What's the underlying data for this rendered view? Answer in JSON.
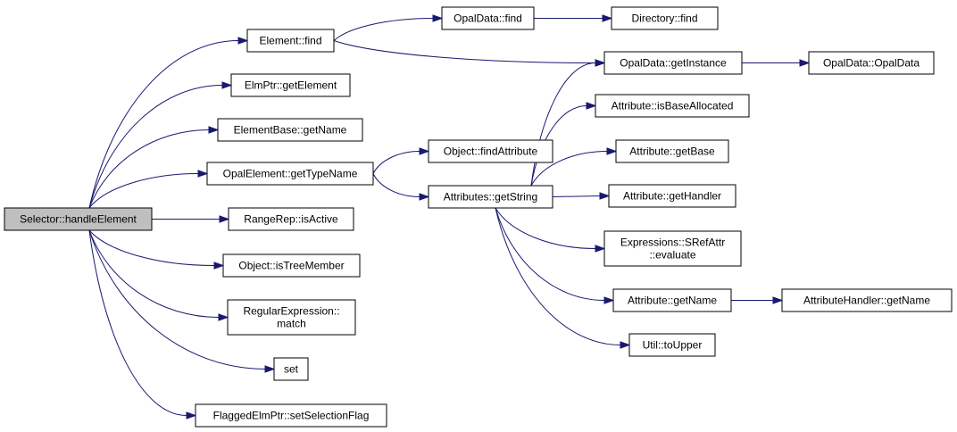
{
  "graph": {
    "edge_color": "#191970",
    "root_fill": "#bfbfbf",
    "nodes": {
      "handle_element": {
        "lines": [
          "Selector::handleElement"
        ],
        "root": true
      },
      "element_find": {
        "lines": [
          "Element::find"
        ]
      },
      "elmptr_getelement": {
        "lines": [
          "ElmPtr::getElement"
        ]
      },
      "elementbase_getname": {
        "lines": [
          "ElementBase::getName"
        ]
      },
      "opalelement_gettypename": {
        "lines": [
          "OpalElement::getTypeName"
        ]
      },
      "rangerep_isactive": {
        "lines": [
          "RangeRep::isActive"
        ]
      },
      "object_istreemember": {
        "lines": [
          "Object::isTreeMember"
        ]
      },
      "regularexpression_match": {
        "lines": [
          "RegularExpression::",
          "match"
        ]
      },
      "set": {
        "lines": [
          "set"
        ]
      },
      "flaggedelmptr_setselectionflag": {
        "lines": [
          "FlaggedElmPtr::setSelectionFlag"
        ]
      },
      "opaldata_find": {
        "lines": [
          "OpalData::find"
        ]
      },
      "directory_find": {
        "lines": [
          "Directory::find"
        ]
      },
      "opaldata_getinstance": {
        "lines": [
          "OpalData::getInstance"
        ]
      },
      "opaldata_opaldata": {
        "lines": [
          "OpalData::OpalData"
        ]
      },
      "object_findattribute": {
        "lines": [
          "Object::findAttribute"
        ]
      },
      "attributes_getstring": {
        "lines": [
          "Attributes::getString"
        ]
      },
      "attribute_isbaseallocated": {
        "lines": [
          "Attribute::isBaseAllocated"
        ]
      },
      "attribute_getbase": {
        "lines": [
          "Attribute::getBase"
        ]
      },
      "attribute_gethandler": {
        "lines": [
          "Attribute::getHandler"
        ]
      },
      "expressions_srefattr_evaluate": {
        "lines": [
          "Expressions::SRefAttr",
          "::evaluate"
        ]
      },
      "attribute_getname": {
        "lines": [
          "Attribute::getName"
        ]
      },
      "attributehandler_getname": {
        "lines": [
          "AttributeHandler::getName"
        ]
      },
      "util_toupper": {
        "lines": [
          "Util::toUpper"
        ]
      }
    },
    "edges": [
      [
        "handle_element",
        "element_find"
      ],
      [
        "handle_element",
        "elmptr_getelement"
      ],
      [
        "handle_element",
        "elementbase_getname"
      ],
      [
        "handle_element",
        "opalelement_gettypename"
      ],
      [
        "handle_element",
        "rangerep_isactive"
      ],
      [
        "handle_element",
        "object_istreemember"
      ],
      [
        "handle_element",
        "regularexpression_match"
      ],
      [
        "handle_element",
        "set"
      ],
      [
        "handle_element",
        "flaggedelmptr_setselectionflag"
      ],
      [
        "element_find",
        "opaldata_find"
      ],
      [
        "element_find",
        "opaldata_getinstance"
      ],
      [
        "opaldata_find",
        "directory_find"
      ],
      [
        "opaldata_getinstance",
        "opaldata_opaldata"
      ],
      [
        "opalelement_gettypename",
        "object_findattribute"
      ],
      [
        "opalelement_gettypename",
        "attributes_getstring"
      ],
      [
        "attributes_getstring",
        "opaldata_getinstance"
      ],
      [
        "attributes_getstring",
        "attribute_isbaseallocated"
      ],
      [
        "attributes_getstring",
        "attribute_getbase"
      ],
      [
        "attributes_getstring",
        "attribute_gethandler"
      ],
      [
        "attributes_getstring",
        "expressions_srefattr_evaluate"
      ],
      [
        "attributes_getstring",
        "attribute_getname"
      ],
      [
        "attributes_getstring",
        "util_toupper"
      ],
      [
        "attribute_getname",
        "attributehandler_getname"
      ]
    ]
  }
}
